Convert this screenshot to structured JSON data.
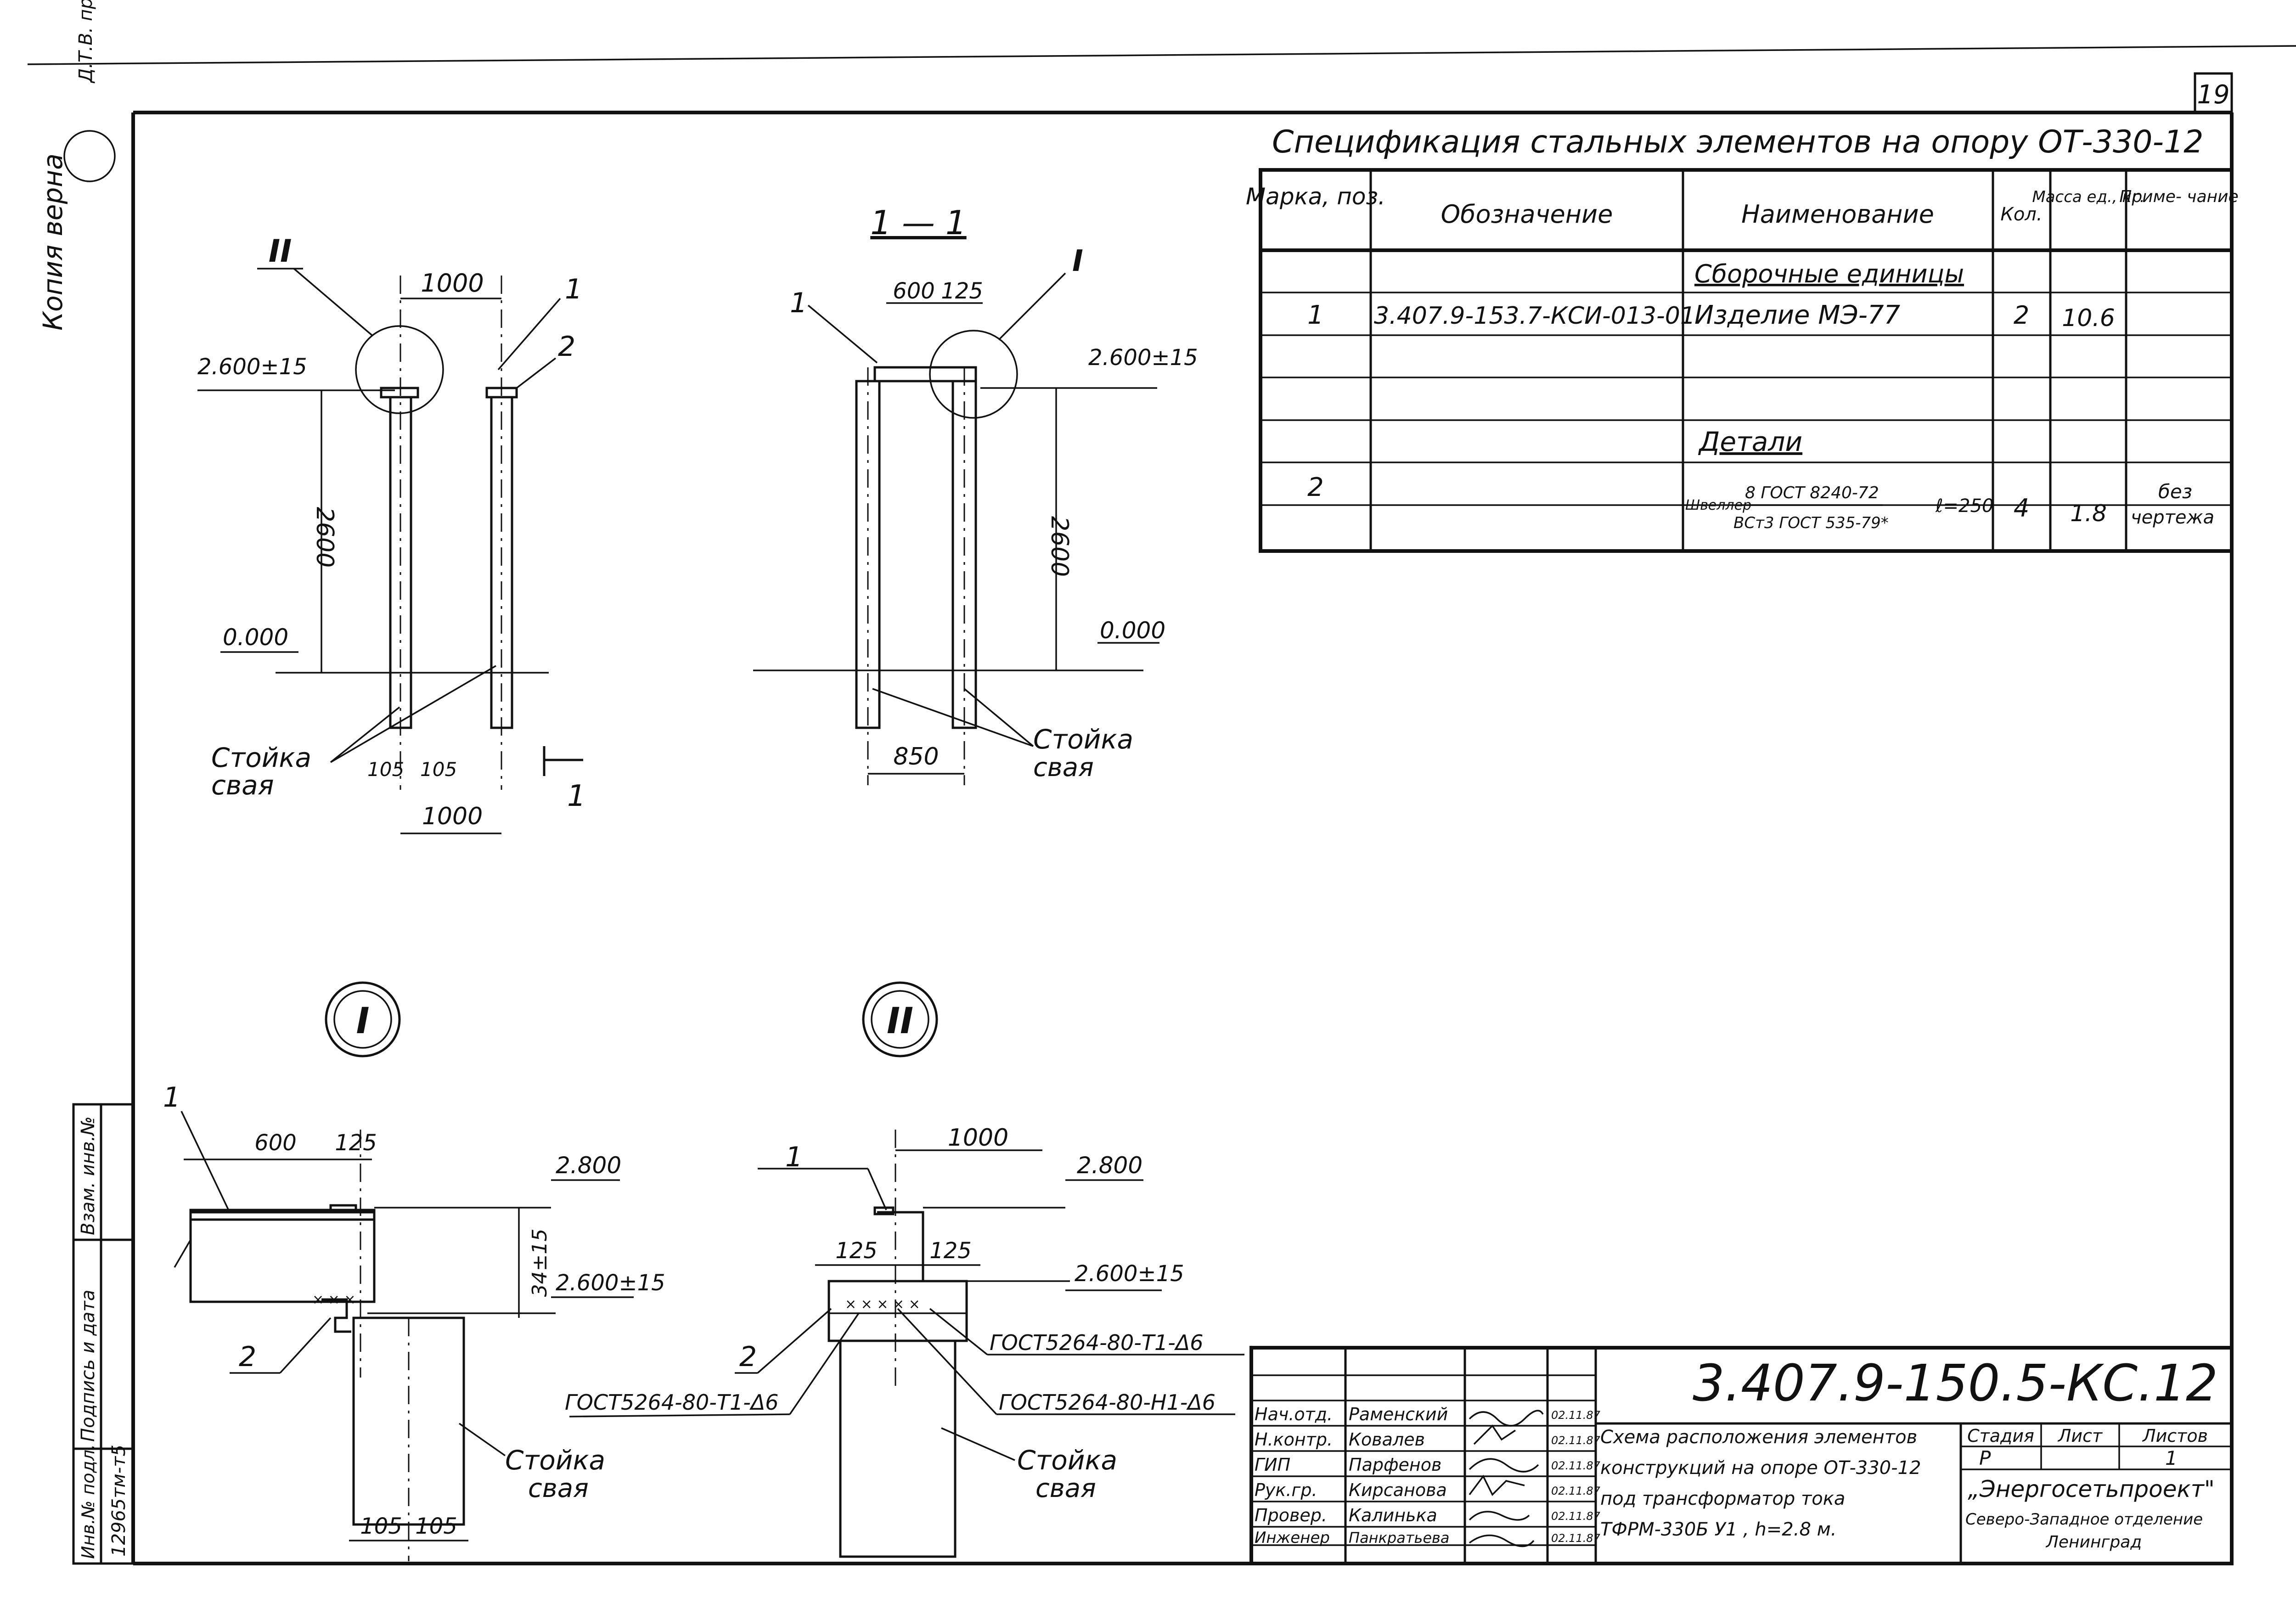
{
  "sheet_number": "19",
  "copy_stamp": "Копия верна",
  "stamp_text": "Д.Т.В. про пра",
  "spec_table": {
    "title": "Спецификация стальных элементов на опору ОТ-330-12",
    "headers": [
      "Марка, поз.",
      "Обозначение",
      "Наименование",
      "Кол.",
      "Масса ед., кг.",
      "Приме- чание"
    ],
    "group1": "Сборочные единицы",
    "row1": {
      "mark": "1",
      "designation": "3.407.9-153.7-КСИ-013-01",
      "name": "Изделие МЭ-77",
      "qty": "2",
      "mass": "10.6",
      "note": ""
    },
    "group2": "Детали",
    "row2": {
      "mark": "2",
      "name_prefix": "Швеллер",
      "name_top": "8 ГОСТ 8240-72",
      "name_bottom": "ВСт3 ГОСТ 535-79*",
      "length": "ℓ=250",
      "qty": "4",
      "mass": "1.8",
      "note_line1": "без",
      "note_line2": "чертежа"
    }
  },
  "view_front": {
    "callout": "II",
    "dim_top": "1000",
    "mark1": "1",
    "mark2": "2",
    "elev_top": "2.600±15",
    "height": "2600",
    "elev_ground": "0.000",
    "label_line1": "Стойка",
    "label_line2": "свая",
    "dim_105a": "105",
    "dim_105b": "105",
    "dim_bottom": "1000",
    "section_mark": "1"
  },
  "view_section": {
    "title": "1 — 1",
    "callout": "I",
    "mark1": "1",
    "dim_600": "600",
    "dim_125": "125",
    "elev_top": "2.600±15",
    "height": "2600",
    "elev_ground": "0.000",
    "dim_850": "850",
    "label_line1": "Стойка",
    "label_line2": "свая"
  },
  "detail_I": {
    "circle_label": "I",
    "mark1": "1",
    "mark2": "2",
    "dim_600": "600",
    "dim_125": "125",
    "elev_high": "2.800",
    "tolerance": "34±15",
    "elev_low": "2.600±15",
    "label_line1": "Стойка",
    "label_line2": "свая",
    "dim_105a": "105",
    "dim_105b": "105"
  },
  "detail_II": {
    "circle_label": "II",
    "mark1": "1",
    "mark2": "2",
    "dim_1000": "1000",
    "dim_125a": "125",
    "dim_125b": "125",
    "elev_high": "2.800",
    "elev_low": "2.600±15",
    "weld1": "ГОСТ5264-80-Т1-Δ6",
    "weld2": "ГОСТ5264-80-Н1-Δ6",
    "weld3": "ГОСТ5264-80-Т1-Δ6",
    "label_line1": "Стойка",
    "label_line2": "свая"
  },
  "side_stamp": {
    "inv_original": "Инв.№ подл.",
    "sign_date": "Подпись и дата",
    "inv_replace": "Взам. инв.№",
    "inv_number": "12965тм-т5"
  },
  "title_block": {
    "code": "3.407.9-150.5-КС.12",
    "roles": [
      "Нач.отд.",
      "Н.контр.",
      "ГИП",
      "Рук.гр.",
      "Провер.",
      "Инженер"
    ],
    "names": [
      "Раменский",
      "Ковалев",
      "Парфенов",
      "Кирсанова",
      "Калинька",
      "Панкратьева"
    ],
    "dates": [
      "02.11.87",
      "02.11.87",
      "02.11.87",
      "02.11.87",
      "02.11.87",
      "02.11.87"
    ],
    "description": [
      "Схема расположения элементов",
      "конструкций на опоре ОТ-330-12",
      "под трансформатор тока",
      "ТФРМ-330Б У1 , h=2.8 м."
    ],
    "stage_label": "Стадия",
    "sheet_label": "Лист",
    "sheets_label": "Листов",
    "stage_value": "Р",
    "sheets_value": "1",
    "org_line1": "„Энергосетьпроект\"",
    "org_line2": "Северо-Западное отделение",
    "org_line3": "Ленинград"
  }
}
